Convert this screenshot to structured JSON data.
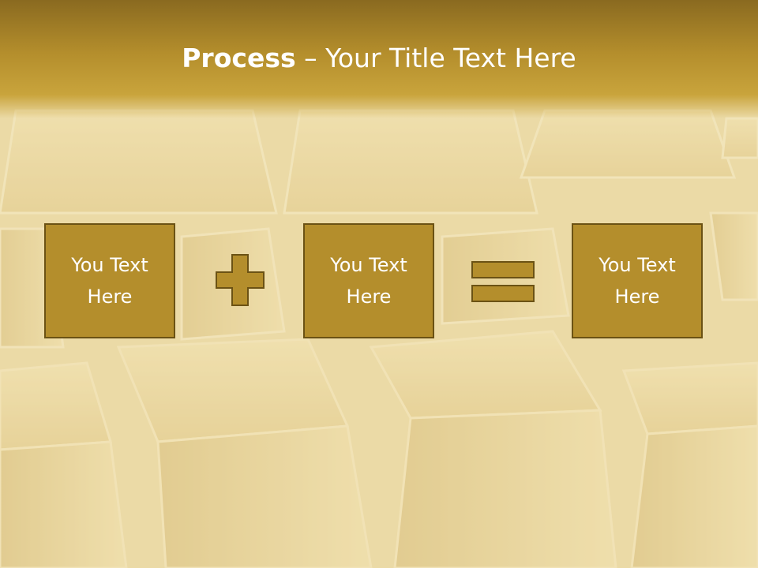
{
  "slide": {
    "title_bold": "Process",
    "title_rest": " – Your Title Text Here",
    "boxes": [
      "You Text Here",
      "You Text Here",
      "You Text Here"
    ],
    "operators": [
      "plus-icon",
      "equals-icon"
    ],
    "colors": {
      "box_fill": "#b48e2c",
      "box_border": "#6b5214",
      "title_band": "#b48e2c",
      "text": "#ffffff"
    }
  }
}
